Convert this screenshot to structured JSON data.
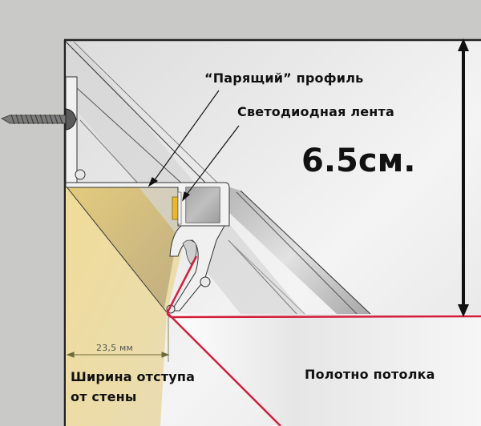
{
  "diagram": {
    "title": "Floating ceiling profile cross-section",
    "labels": {
      "floating_profile": "“Парящий” профиль",
      "led_strip": "Светодиодная лента",
      "height_dimension": "6.5см.",
      "offset_width": "Ширина отступа\nот стены",
      "ceiling_canvas": "Полотно потолка",
      "offset_value": "23,5 мм"
    },
    "components": [
      "wall",
      "screw",
      "aluminum-profile",
      "led-strip",
      "stretch-ceiling-canvas",
      "dimension-arrow"
    ],
    "colors": {
      "wall": "#c9c9c7",
      "ceiling": "#ececec",
      "light_glow": "#e9d79a",
      "led": "#e8b830",
      "canvas_edge": "#d21f3c",
      "profile": "#dcdcdc",
      "outline": "#1a1a1a"
    }
  }
}
